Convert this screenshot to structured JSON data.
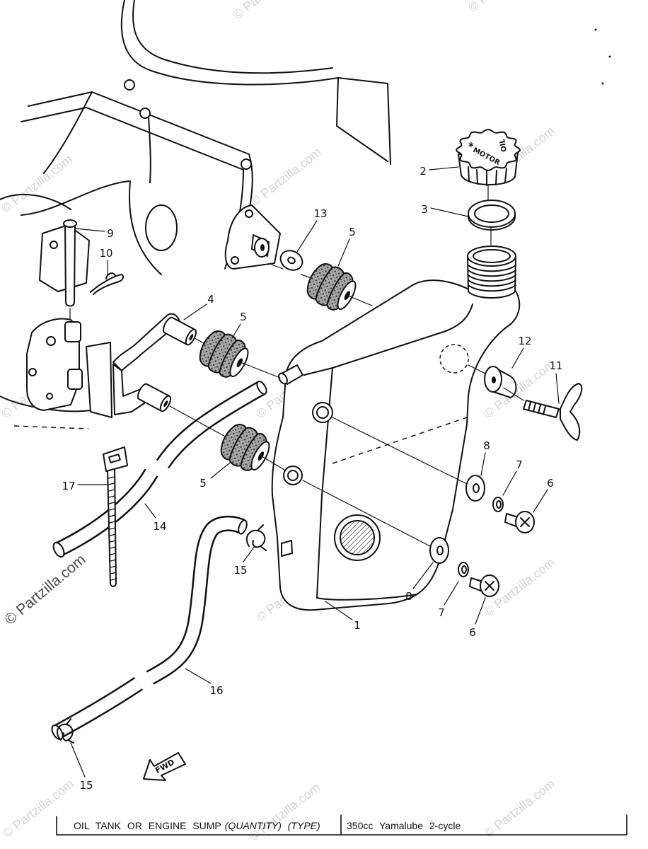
{
  "diagram": {
    "callouts": [
      "2",
      "3",
      "13",
      "5",
      "9",
      "10",
      "4",
      "5",
      "12",
      "11",
      "8",
      "7",
      "6",
      "5",
      "17",
      "14",
      "15",
      "8",
      "7",
      "6",
      "1",
      "16",
      "15"
    ],
    "cap_markings": {
      "star": "*",
      "brand_text": "MOTOR",
      "oil_text": "OIL"
    },
    "fwd_label": "FWD"
  },
  "footer": {
    "title": "OIL TANK OR ENGINE SUMP",
    "qualifier": "(QUANTITY) (TYPE)",
    "spec": "350cc Yamalube 2-cycle"
  },
  "watermark": "© Partzilla.com",
  "colors": {
    "line": "#111111",
    "watermark": "#d4d4d4",
    "background": "#ffffff"
  }
}
